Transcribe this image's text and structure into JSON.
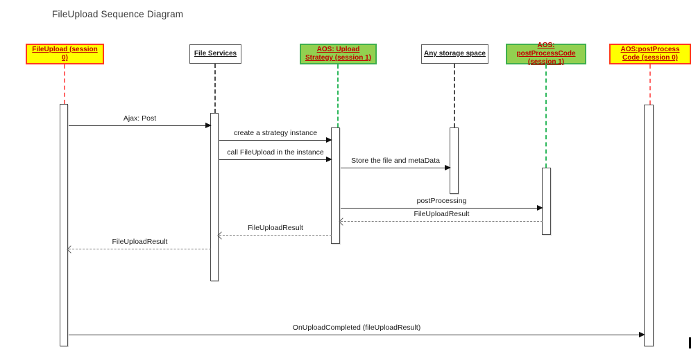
{
  "title": "FileUpload Sequence Diagram",
  "diagram": {
    "actors": [
      {
        "id": "fileupload-session0",
        "label": "FileUpload (session 0)",
        "style": "yellow"
      },
      {
        "id": "file-services",
        "label": "File Services",
        "style": "plain"
      },
      {
        "id": "aos-upload-strategy-session1",
        "label": "AOS: Upload Strategy (session 1)",
        "style": "green"
      },
      {
        "id": "any-storage-space",
        "label": "Any storage space",
        "style": "plain"
      },
      {
        "id": "aos-postprocesscode-session1",
        "label": "AOS: postProcessCode (session 1)",
        "style": "green"
      },
      {
        "id": "aos-postprocess-code-session0",
        "label": "AOS:postProcess Code (session 0)",
        "style": "yellow"
      }
    ],
    "messages": [
      {
        "label": "Ajax: Post",
        "kind": "sync",
        "from": "fileupload-session0",
        "to": "file-services"
      },
      {
        "label": "create a strategy instance",
        "kind": "sync",
        "from": "file-services",
        "to": "aos-upload-strategy-session1"
      },
      {
        "label": "call FileUpload in the instance",
        "kind": "sync",
        "from": "file-services",
        "to": "aos-upload-strategy-session1"
      },
      {
        "label": "Store the file and metaData",
        "kind": "sync",
        "from": "aos-upload-strategy-session1",
        "to": "any-storage-space"
      },
      {
        "label": "postProcessing",
        "kind": "sync",
        "from": "aos-upload-strategy-session1",
        "to": "aos-postprocesscode-session1"
      },
      {
        "label": "FileUploadResult",
        "kind": "return",
        "from": "aos-postprocesscode-session1",
        "to": "aos-upload-strategy-session1"
      },
      {
        "label": "FileUploadResult",
        "kind": "return",
        "from": "aos-upload-strategy-session1",
        "to": "file-services"
      },
      {
        "label": "FileUploadResult",
        "kind": "return",
        "from": "file-services",
        "to": "fileupload-session0"
      },
      {
        "label": "OnUploadCompleted (fileUploadResult)",
        "kind": "sync",
        "from": "fileupload-session0",
        "to": "aos-postprocess-code-session0"
      }
    ],
    "colors": {
      "yellow_box": "#ffff00",
      "yellow_box_border": "#ff3b1d",
      "green_box": "#92d050",
      "green_box_border": "#3faf4e",
      "actor_text_red": "#c00000",
      "plain_box_border": "#595959",
      "lifeline_red": "#ff6666",
      "lifeline_green": "#2eb85c",
      "lifeline_dark": "#444444"
    }
  }
}
